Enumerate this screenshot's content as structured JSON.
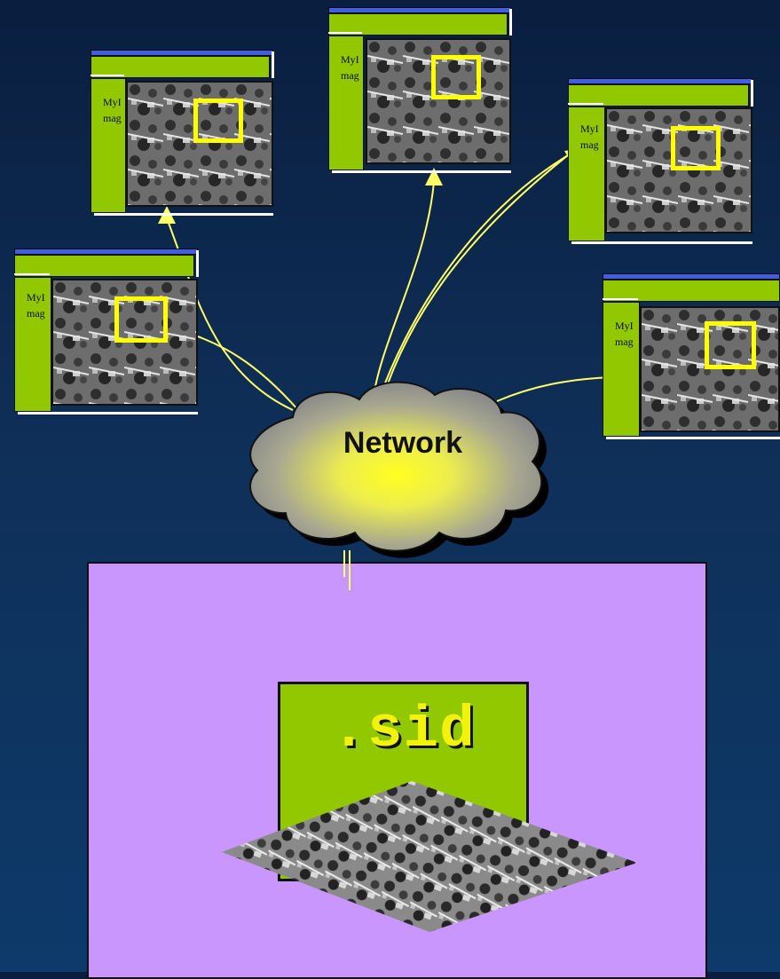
{
  "cloud": {
    "label": "Network"
  },
  "server": {
    "file_label": ".sid"
  },
  "clients": [
    {
      "line1": "MyI",
      "line2": "mag"
    },
    {
      "line1": "MyI",
      "line2": "mag"
    },
    {
      "line1": "MyI",
      "line2": "mag"
    },
    {
      "line1": "MyI",
      "line2": "mag"
    },
    {
      "line1": "MyI",
      "line2": "mag"
    }
  ],
  "colors": {
    "background_top": "#0a1e3f",
    "background_bottom": "#0d3a6a",
    "window_green": "#92c800",
    "window_titlebar_blue": "#3f5fe0",
    "region_highlight": "#ffff00",
    "server_purple": "#c896fc",
    "connection_lines": "#ffff66",
    "sid_text": "#f2f20c"
  },
  "icons": {
    "cloud": "network-cloud",
    "aerial_photo": "aerial-image-thumbnail",
    "sid_ground": "perspective-aerial-image"
  }
}
